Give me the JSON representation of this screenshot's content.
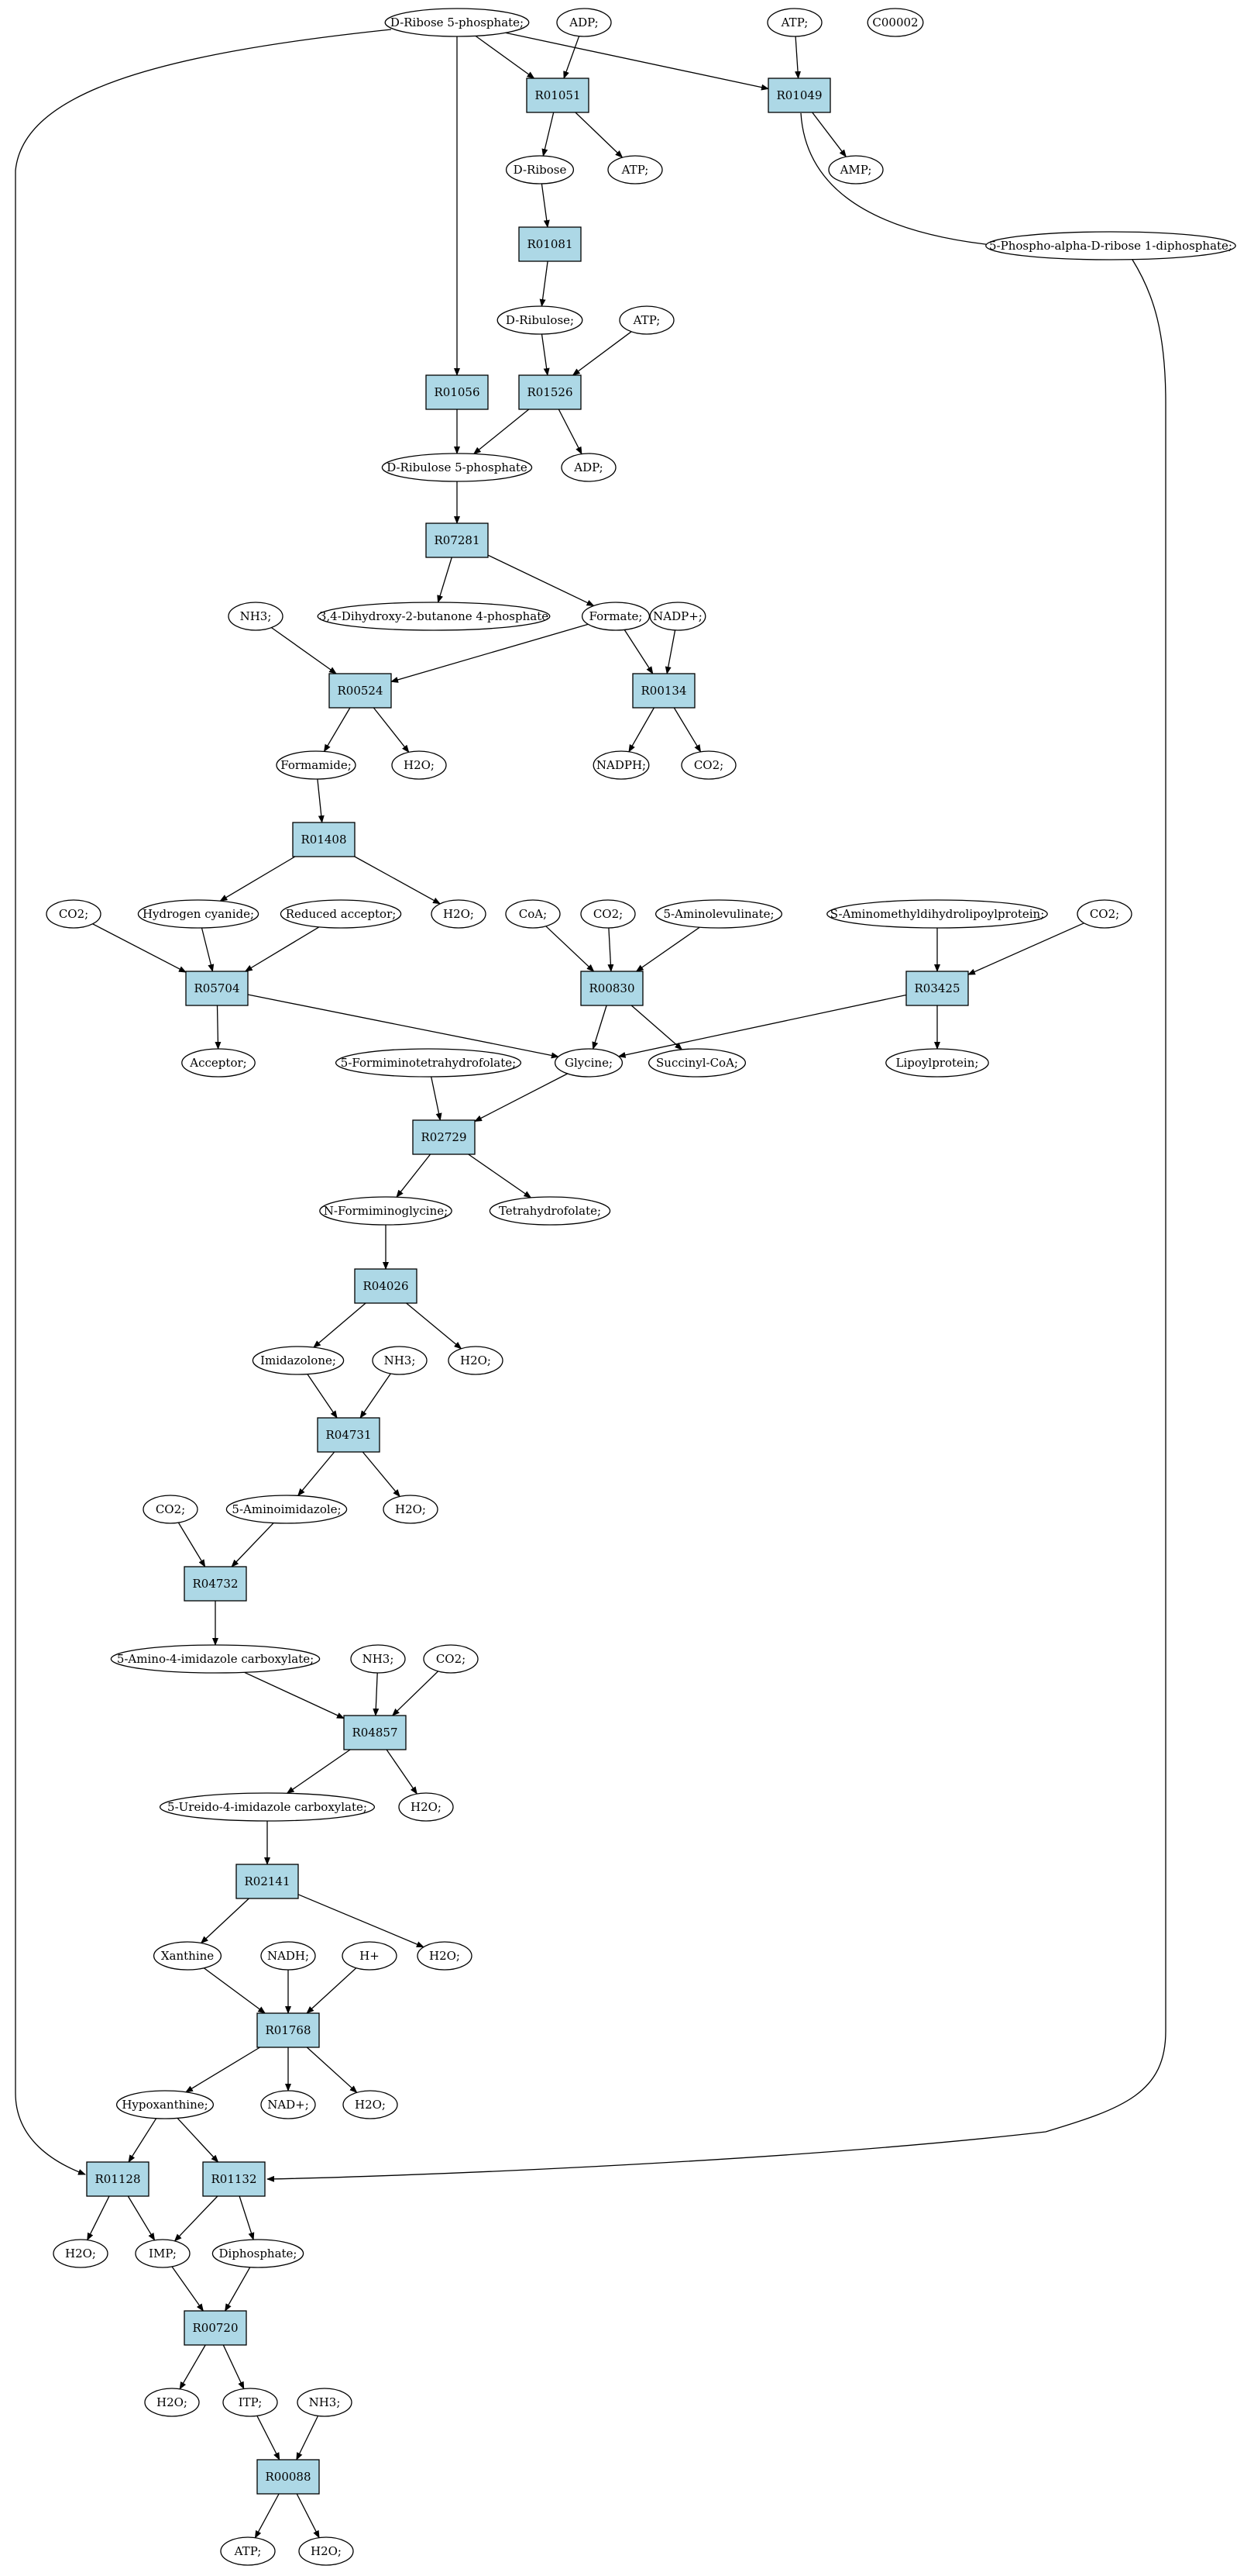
{
  "colors": {
    "reaction_fill": "#add8e6",
    "metabolite_fill": "#ffffff",
    "source_fill": "#00ff00",
    "highlight_fill": "#ffff00",
    "stroke": "#000000"
  },
  "nodes": [
    {
      "id": "ribose5p",
      "label": "D-Ribose 5-phosphate;",
      "kind": "source"
    },
    {
      "id": "adp_top",
      "label": "ADP;",
      "kind": "metabolite"
    },
    {
      "id": "atp_top",
      "label": "ATP;",
      "kind": "metabolite"
    },
    {
      "id": "c00002",
      "label": "C00002",
      "kind": "highlight"
    },
    {
      "id": "R01051",
      "label": "R01051",
      "kind": "reaction"
    },
    {
      "id": "R01049",
      "label": "R01049",
      "kind": "reaction"
    },
    {
      "id": "dribose",
      "label": "D-Ribose",
      "kind": "metabolite"
    },
    {
      "id": "atp_r01051",
      "label": "ATP;",
      "kind": "metabolite"
    },
    {
      "id": "amp",
      "label": "AMP;",
      "kind": "metabolite"
    },
    {
      "id": "prpp",
      "label": "5-Phospho-alpha-D-ribose 1-diphosphate;",
      "kind": "metabolite"
    },
    {
      "id": "R01081",
      "label": "R01081",
      "kind": "reaction"
    },
    {
      "id": "dribulose",
      "label": "D-Ribulose;",
      "kind": "metabolite"
    },
    {
      "id": "atp_r01526",
      "label": "ATP;",
      "kind": "metabolite"
    },
    {
      "id": "R01056",
      "label": "R01056",
      "kind": "reaction"
    },
    {
      "id": "R01526",
      "label": "R01526",
      "kind": "reaction"
    },
    {
      "id": "dribulose5p",
      "label": "D-Ribulose 5-phosphate",
      "kind": "metabolite"
    },
    {
      "id": "adp_r01526",
      "label": "ADP;",
      "kind": "metabolite"
    },
    {
      "id": "R07281",
      "label": "R07281",
      "kind": "reaction"
    },
    {
      "id": "dhbp",
      "label": "3,4-Dihydroxy-2-butanone 4-phosphate",
      "kind": "metabolite"
    },
    {
      "id": "nh3_1",
      "label": "NH3;",
      "kind": "metabolite"
    },
    {
      "id": "formate",
      "label": "Formate;",
      "kind": "metabolite"
    },
    {
      "id": "nadp",
      "label": "NADP+;",
      "kind": "metabolite"
    },
    {
      "id": "R00524",
      "label": "R00524",
      "kind": "reaction"
    },
    {
      "id": "R00134",
      "label": "R00134",
      "kind": "reaction"
    },
    {
      "id": "formamide",
      "label": "Formamide;",
      "kind": "metabolite"
    },
    {
      "id": "h2o_r00524",
      "label": "H2O;",
      "kind": "metabolite"
    },
    {
      "id": "nadph",
      "label": "NADPH;",
      "kind": "metabolite"
    },
    {
      "id": "co2_r00134",
      "label": "CO2;",
      "kind": "metabolite"
    },
    {
      "id": "R01408",
      "label": "R01408",
      "kind": "reaction"
    },
    {
      "id": "co2_r05704",
      "label": "CO2;",
      "kind": "metabolite"
    },
    {
      "id": "hcn",
      "label": "Hydrogen cyanide;",
      "kind": "metabolite"
    },
    {
      "id": "redacc",
      "label": "Reduced acceptor;",
      "kind": "metabolite"
    },
    {
      "id": "h2o_r01408",
      "label": "H2O;",
      "kind": "metabolite"
    },
    {
      "id": "coa",
      "label": "CoA;",
      "kind": "metabolite"
    },
    {
      "id": "co2_r00830",
      "label": "CO2;",
      "kind": "metabolite"
    },
    {
      "id": "ala",
      "label": "5-Aminolevulinate;",
      "kind": "metabolite"
    },
    {
      "id": "samdlp",
      "label": "S-Aminomethyldihydrolipoylprotein;",
      "kind": "metabolite"
    },
    {
      "id": "co2_r03425",
      "label": "CO2;",
      "kind": "metabolite"
    },
    {
      "id": "R05704",
      "label": "R05704",
      "kind": "reaction"
    },
    {
      "id": "R00830",
      "label": "R00830",
      "kind": "reaction"
    },
    {
      "id": "R03425",
      "label": "R03425",
      "kind": "reaction"
    },
    {
      "id": "acceptor",
      "label": "Acceptor;",
      "kind": "metabolite"
    },
    {
      "id": "formthf",
      "label": "5-Formiminotetrahydrofolate;",
      "kind": "metabolite"
    },
    {
      "id": "glycine",
      "label": "Glycine;",
      "kind": "metabolite"
    },
    {
      "id": "succoa",
      "label": "Succinyl-CoA;",
      "kind": "metabolite"
    },
    {
      "id": "lipoyl",
      "label": "Lipoylprotein;",
      "kind": "metabolite"
    },
    {
      "id": "R02729",
      "label": "R02729",
      "kind": "reaction"
    },
    {
      "id": "nfg",
      "label": "N-Formiminoglycine;",
      "kind": "metabolite"
    },
    {
      "id": "thf",
      "label": "Tetrahydrofolate;",
      "kind": "metabolite"
    },
    {
      "id": "R04026",
      "label": "R04026",
      "kind": "reaction"
    },
    {
      "id": "imidazolone",
      "label": "Imidazolone;",
      "kind": "metabolite"
    },
    {
      "id": "nh3_2",
      "label": "NH3;",
      "kind": "metabolite"
    },
    {
      "id": "h2o_r04026",
      "label": "H2O;",
      "kind": "metabolite"
    },
    {
      "id": "R04731",
      "label": "R04731",
      "kind": "reaction"
    },
    {
      "id": "co2_r04732",
      "label": "CO2;",
      "kind": "metabolite"
    },
    {
      "id": "aminoimid",
      "label": "5-Aminoimidazole;",
      "kind": "metabolite"
    },
    {
      "id": "h2o_r04731",
      "label": "H2O;",
      "kind": "metabolite"
    },
    {
      "id": "R04732",
      "label": "R04732",
      "kind": "reaction"
    },
    {
      "id": "aic",
      "label": "5-Amino-4-imidazole carboxylate;",
      "kind": "metabolite"
    },
    {
      "id": "nh3_3",
      "label": "NH3;",
      "kind": "metabolite"
    },
    {
      "id": "co2_r04857",
      "label": "CO2;",
      "kind": "metabolite"
    },
    {
      "id": "R04857",
      "label": "R04857",
      "kind": "reaction"
    },
    {
      "id": "uic",
      "label": "5-Ureido-4-imidazole carboxylate;",
      "kind": "metabolite"
    },
    {
      "id": "h2o_r04857",
      "label": "H2O;",
      "kind": "metabolite"
    },
    {
      "id": "R02141",
      "label": "R02141",
      "kind": "reaction"
    },
    {
      "id": "xanthine",
      "label": "Xanthine",
      "kind": "metabolite"
    },
    {
      "id": "nadh",
      "label": "NADH;",
      "kind": "metabolite"
    },
    {
      "id": "hplus",
      "label": "H+",
      "kind": "metabolite"
    },
    {
      "id": "h2o_r02141",
      "label": "H2O;",
      "kind": "metabolite"
    },
    {
      "id": "R01768",
      "label": "R01768",
      "kind": "reaction"
    },
    {
      "id": "hypoxanthine",
      "label": "Hypoxanthine;",
      "kind": "metabolite"
    },
    {
      "id": "nadplus",
      "label": "NAD+;",
      "kind": "metabolite"
    },
    {
      "id": "h2o_r01768",
      "label": "H2O;",
      "kind": "metabolite"
    },
    {
      "id": "R01128",
      "label": "R01128",
      "kind": "reaction"
    },
    {
      "id": "R01132",
      "label": "R01132",
      "kind": "reaction"
    },
    {
      "id": "h2o_r01128",
      "label": "H2O;",
      "kind": "metabolite"
    },
    {
      "id": "imp",
      "label": "IMP;",
      "kind": "metabolite"
    },
    {
      "id": "diphosphate",
      "label": "Diphosphate;",
      "kind": "metabolite"
    },
    {
      "id": "R00720",
      "label": "R00720",
      "kind": "reaction"
    },
    {
      "id": "h2o_r00720",
      "label": "H2O;",
      "kind": "metabolite"
    },
    {
      "id": "itp",
      "label": "ITP;",
      "kind": "metabolite"
    },
    {
      "id": "nh3_4",
      "label": "NH3;",
      "kind": "metabolite"
    },
    {
      "id": "R00088",
      "label": "R00088",
      "kind": "reaction"
    },
    {
      "id": "atp_bottom",
      "label": "ATP;",
      "kind": "metabolite"
    },
    {
      "id": "h2o_bottom",
      "label": "H2O;",
      "kind": "metabolite"
    }
  ],
  "edges": [
    [
      "ribose5p",
      "R01051"
    ],
    [
      "adp_top",
      "R01051"
    ],
    [
      "ribose5p",
      "R01049"
    ],
    [
      "atp_top",
      "R01049"
    ],
    [
      "ribose5p",
      "R01056"
    ],
    [
      "ribose5p",
      "R01128"
    ],
    [
      "R01051",
      "dribose"
    ],
    [
      "R01051",
      "atp_r01051"
    ],
    [
      "R01049",
      "amp"
    ],
    [
      "R01049",
      "prpp"
    ],
    [
      "dribose",
      "R01081"
    ],
    [
      "R01081",
      "dribulose"
    ],
    [
      "dribulose",
      "R01526"
    ],
    [
      "atp_r01526",
      "R01526"
    ],
    [
      "R01056",
      "dribulose5p"
    ],
    [
      "R01526",
      "dribulose5p"
    ],
    [
      "R01526",
      "adp_r01526"
    ],
    [
      "dribulose5p",
      "R07281"
    ],
    [
      "R07281",
      "dhbp"
    ],
    [
      "R07281",
      "formate"
    ],
    [
      "nh3_1",
      "R00524"
    ],
    [
      "formate",
      "R00524"
    ],
    [
      "formate",
      "R00134"
    ],
    [
      "nadp",
      "R00134"
    ],
    [
      "R00524",
      "formamide"
    ],
    [
      "R00524",
      "h2o_r00524"
    ],
    [
      "R00134",
      "nadph"
    ],
    [
      "R00134",
      "co2_r00134"
    ],
    [
      "formamide",
      "R01408"
    ],
    [
      "R01408",
      "hcn"
    ],
    [
      "R01408",
      "h2o_r01408"
    ],
    [
      "co2_r05704",
      "R05704"
    ],
    [
      "hcn",
      "R05704"
    ],
    [
      "redacc",
      "R05704"
    ],
    [
      "coa",
      "R00830"
    ],
    [
      "co2_r00830",
      "R00830"
    ],
    [
      "ala",
      "R00830"
    ],
    [
      "samdlp",
      "R03425"
    ],
    [
      "co2_r03425",
      "R03425"
    ],
    [
      "R05704",
      "acceptor"
    ],
    [
      "R05704",
      "glycine"
    ],
    [
      "R00830",
      "glycine"
    ],
    [
      "R00830",
      "succoa"
    ],
    [
      "R03425",
      "glycine"
    ],
    [
      "R03425",
      "lipoyl"
    ],
    [
      "formthf",
      "R02729"
    ],
    [
      "glycine",
      "R02729"
    ],
    [
      "R02729",
      "nfg"
    ],
    [
      "R02729",
      "thf"
    ],
    [
      "nfg",
      "R04026"
    ],
    [
      "R04026",
      "imidazolone"
    ],
    [
      "R04026",
      "h2o_r04026"
    ],
    [
      "imidazolone",
      "R04731"
    ],
    [
      "nh3_2",
      "R04731"
    ],
    [
      "R04731",
      "aminoimid"
    ],
    [
      "R04731",
      "h2o_r04731"
    ],
    [
      "co2_r04732",
      "R04732"
    ],
    [
      "aminoimid",
      "R04732"
    ],
    [
      "R04732",
      "aic"
    ],
    [
      "aic",
      "R04857"
    ],
    [
      "nh3_3",
      "R04857"
    ],
    [
      "co2_r04857",
      "R04857"
    ],
    [
      "R04857",
      "uic"
    ],
    [
      "R04857",
      "h2o_r04857"
    ],
    [
      "uic",
      "R02141"
    ],
    [
      "R02141",
      "xanthine"
    ],
    [
      "R02141",
      "h2o_r02141"
    ],
    [
      "xanthine",
      "R01768"
    ],
    [
      "nadh",
      "R01768"
    ],
    [
      "hplus",
      "R01768"
    ],
    [
      "R01768",
      "hypoxanthine"
    ],
    [
      "R01768",
      "nadplus"
    ],
    [
      "R01768",
      "h2o_r01768"
    ],
    [
      "hypoxanthine",
      "R01128"
    ],
    [
      "hypoxanthine",
      "R01132"
    ],
    [
      "prpp",
      "R01132"
    ],
    [
      "R01128",
      "h2o_r01128"
    ],
    [
      "R01128",
      "imp"
    ],
    [
      "R01132",
      "imp"
    ],
    [
      "R01132",
      "diphosphate"
    ],
    [
      "imp",
      "R00720"
    ],
    [
      "diphosphate",
      "R00720"
    ],
    [
      "R00720",
      "h2o_r00720"
    ],
    [
      "R00720",
      "itp"
    ],
    [
      "itp",
      "R00088"
    ],
    [
      "nh3_4",
      "R00088"
    ],
    [
      "R00088",
      "atp_bottom"
    ],
    [
      "R00088",
      "h2o_bottom"
    ]
  ]
}
